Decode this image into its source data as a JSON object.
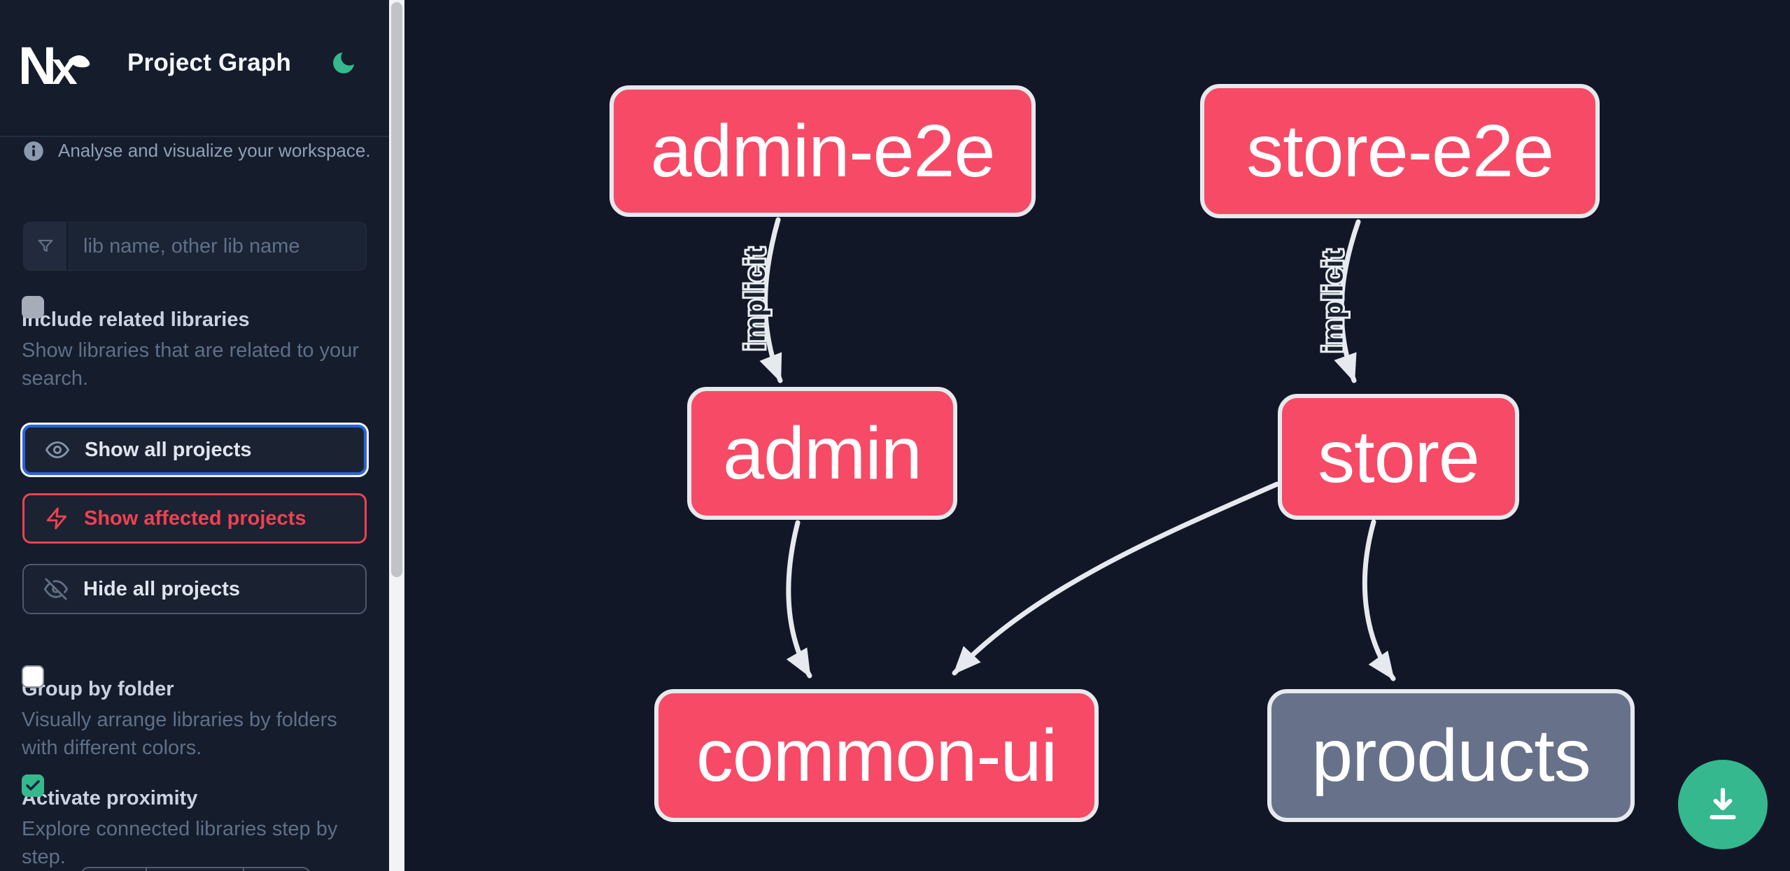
{
  "header": {
    "title": "Project Graph",
    "logo": "Nx"
  },
  "sidebar": {
    "tagline": "Analyse and visualize your workspace.",
    "search": {
      "placeholder": "lib name, other lib name"
    },
    "options": {
      "include_related": {
        "label": "Include related libraries",
        "description": "Show libraries that are related to your search.",
        "checked": false
      },
      "group_by_folder": {
        "label": "Group by folder",
        "description": "Visually arrange libraries by folders with different colors.",
        "checked": false
      },
      "activate_proximity": {
        "label": "Activate proximity",
        "description": "Explore connected libraries step by step.",
        "checked": true
      }
    },
    "actions": {
      "show_all": {
        "label": "Show all projects"
      },
      "show_affected": {
        "label": "Show affected projects"
      },
      "hide_all": {
        "label": "Hide all projects"
      }
    }
  },
  "graph": {
    "nodes": {
      "admin_e2e": {
        "label": "admin-e2e",
        "color": "pink"
      },
      "store_e2e": {
        "label": "store-e2e",
        "color": "pink"
      },
      "admin": {
        "label": "admin",
        "color": "pink"
      },
      "store": {
        "label": "store",
        "color": "pink"
      },
      "common_ui": {
        "label": "common-ui",
        "color": "pink"
      },
      "products": {
        "label": "products",
        "color": "gray"
      }
    },
    "edges": [
      {
        "from": "admin-e2e",
        "to": "admin",
        "label": "implicit"
      },
      {
        "from": "store-e2e",
        "to": "store",
        "label": "implicit"
      },
      {
        "from": "admin",
        "to": "common-ui",
        "label": ""
      },
      {
        "from": "store",
        "to": "common-ui",
        "label": ""
      },
      {
        "from": "store",
        "to": "products",
        "label": ""
      }
    ]
  },
  "colors": {
    "accent_green": "#35b88e",
    "node_affected_pink": "#f74a66",
    "node_default_gray": "#67728a",
    "focus_blue": "#2c63d8",
    "danger_red": "#ee4250",
    "edge_gray": "#e6e9ee",
    "sidebar_bg": "#151c2b",
    "canvas_bg": "#111726"
  }
}
